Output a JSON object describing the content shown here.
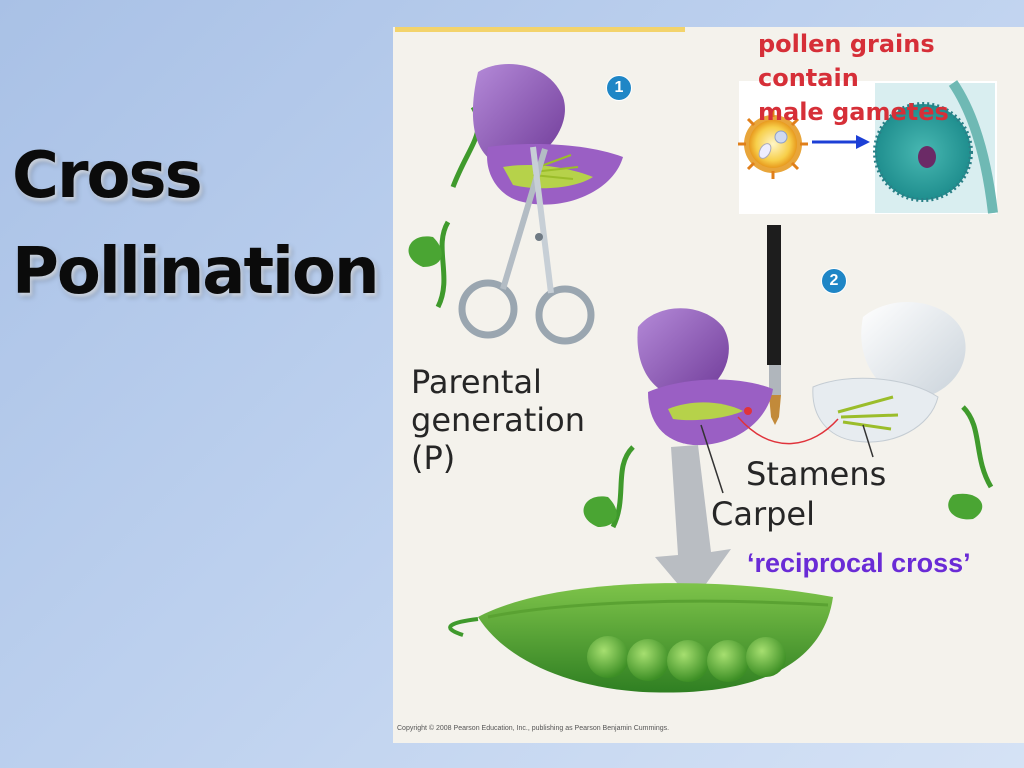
{
  "title": {
    "line1": "Cross",
    "line2": "Pollination"
  },
  "figure": {
    "pollen_caption_line1": "pollen grains contain",
    "pollen_caption_line2": "male gametes",
    "step1": "1",
    "step2": "2",
    "parental_line1": "Parental",
    "parental_line2": "generation",
    "parental_line3": "(P)",
    "stamens": "Stamens",
    "carpel": "Carpel",
    "reciprocal": "‘reciprocal cross’",
    "copyright": "Copyright © 2008 Pearson Education, Inc., publishing as Pearson Benjamin Cummings."
  },
  "colors": {
    "background": "#bcd0ee",
    "title": "#0b0b0b",
    "caption_red": "#d62f38",
    "reciprocal_purple": "#6a2bd6",
    "flower_purple": "#8a4fb3",
    "flower_white": "#e9edf0",
    "leaf_green": "#3f9a2c",
    "step_blue": "#1f86c6"
  }
}
